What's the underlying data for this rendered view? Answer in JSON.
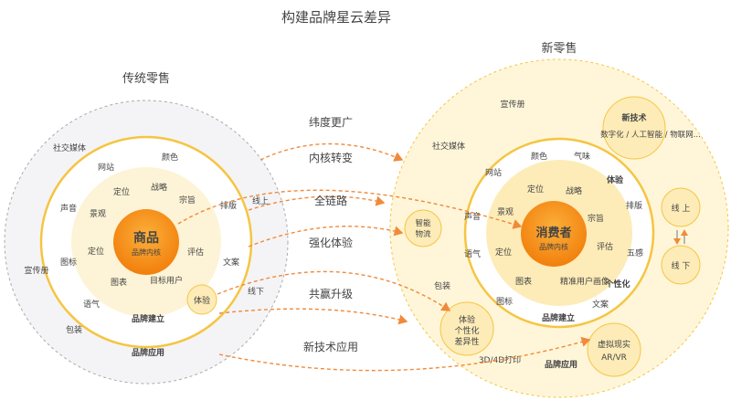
{
  "title": "构建品牌星云差异",
  "traditional": {
    "heading": "传统零售",
    "core_title": "商品",
    "core_sub": "品牌内核",
    "ring1": [
      "战略",
      "宗旨",
      "评估",
      "目标用户",
      "图表",
      "定位",
      "景观",
      "定位"
    ],
    "ring2": [
      "颜色",
      "网站",
      "声音",
      "图标",
      "语气",
      "排版",
      "文案"
    ],
    "ring3": [
      "社交媒体",
      "宣传册",
      "包装",
      "线上",
      "线下"
    ],
    "bubble_experience": "体验",
    "label_build": "品牌建立",
    "label_apply": "品牌应用"
  },
  "arrows": [
    "纬度更广",
    "内核转变",
    "全链路",
    "强化体验",
    "共赢升级",
    "新技术应用"
  ],
  "new_retail": {
    "heading": "新零售",
    "core_title": "消费者",
    "core_sub": "品牌内核",
    "ring1": [
      "定位",
      "战略",
      "宗旨",
      "景观",
      "评估",
      "定位",
      "图表",
      "精准用户画像"
    ],
    "ring2": [
      "网站",
      "颜色",
      "气味",
      "体验",
      "排版",
      "声音",
      "五感",
      "语气",
      "个性化",
      "图标",
      "文案"
    ],
    "ring3": [
      "宣传册",
      "社交媒体",
      "包装",
      "3D/4D打印"
    ],
    "label_build": "品牌建立",
    "label_apply": "品牌应用",
    "bubble_tech_title": "新技术",
    "bubble_tech_sub": "数字化 / 人工智能 / 物联网...",
    "bubble_logistics": [
      "智能",
      "物流"
    ],
    "bubble_online": "线 上",
    "bubble_offline": "线 下",
    "bubble_diff": [
      "体验",
      "个性化",
      "差异性"
    ],
    "bubble_vr": [
      "虚拟现实",
      "AR/VR"
    ]
  },
  "colors": {
    "orange": "#f39c12",
    "orange_core": "#f7931e",
    "arrow": "#f08a3a",
    "ring_gold": "#f5c542",
    "new_outer_fill": "#fff6d9",
    "new_inner_fill": "#fdecb8",
    "trad_outer_fill": "#f4f4f6",
    "trad_inner_fill": "#fdf3d6"
  }
}
